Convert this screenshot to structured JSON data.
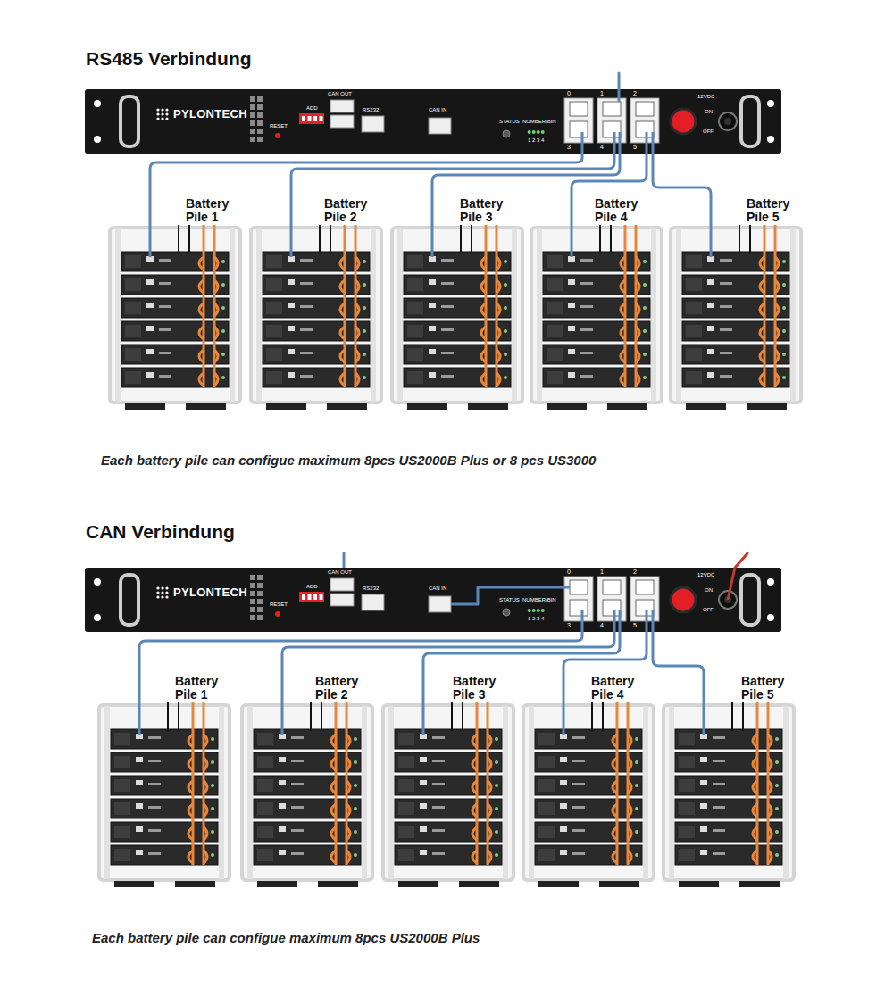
{
  "diagram": {
    "nodes": [
      {
        "text": [
          "PYLONTECH",
          "RESET",
          "ADD",
          "CAN OUT",
          "RS232",
          "CAN IN",
          "STATUS",
          "NUMBER/BIN",
          "1 2 3 4",
          "0",
          "1",
          "2",
          "3",
          "4",
          "5",
          "12VDC",
          "ON",
          "OFF"
        ]
      },
      {
        "text": [
          "Battery Pile 1"
        ]
      },
      {
        "text": [
          "Battery Pile 2"
        ]
      },
      {
        "text": [
          "Battery Pile 3"
        ]
      },
      {
        "text": [
          "Battery Pile 4"
        ]
      },
      {
        "text": [
          "Battery Pile 5"
        ]
      },
      {
        "text": [
          "PYLONTECH",
          "RESET",
          "ADD",
          "CAN OUT",
          "RS232",
          "CAN IN",
          "STATUS",
          "NUMBER/BIN",
          "1 2 3 4",
          "0",
          "1",
          "2",
          "3",
          "4",
          "5",
          "12VDC",
          "ON",
          "OFF"
        ]
      },
      {
        "text": [
          "Battery Pile 1"
        ]
      },
      {
        "text": [
          "Battery Pile 2"
        ]
      },
      {
        "text": [
          "Battery Pile 3"
        ]
      },
      {
        "text": [
          "Battery Pile 4"
        ]
      },
      {
        "text": [
          "Battery Pile 5"
        ]
      }
    ],
    "edges": [
      {
        "from": 0,
        "to": 1,
        "arrow": "none"
      },
      {
        "from": 0,
        "to": 2,
        "arrow": "none"
      },
      {
        "from": 0,
        "to": 3,
        "arrow": "none"
      },
      {
        "from": 0,
        "to": 4,
        "arrow": "none"
      },
      {
        "from": 0,
        "to": 5,
        "arrow": "none"
      },
      {
        "from": 6,
        "to": 7,
        "arrow": "none"
      },
      {
        "from": 6,
        "to": 8,
        "arrow": "none"
      },
      {
        "from": 6,
        "to": 9,
        "arrow": "none"
      },
      {
        "from": 6,
        "to": 10,
        "arrow": "none"
      },
      {
        "from": 6,
        "to": 11,
        "arrow": "none"
      }
    ],
    "labels": [
      "RS485 Verbindung",
      "Each battery pile can configue maximum 8pcs US2000B Plus or 8 pcs US3000",
      "CAN Verbindung",
      "Each battery pile can configue maximum 8pcs US2000B Plus"
    ]
  }
}
